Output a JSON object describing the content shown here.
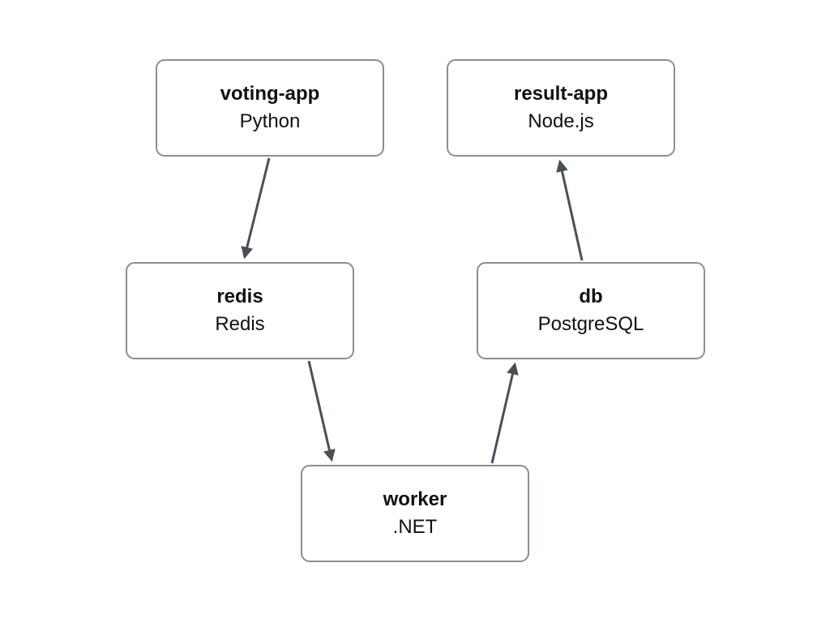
{
  "diagram": {
    "nodes": [
      {
        "id": "voting-app",
        "title": "voting-app",
        "subtitle": "Python"
      },
      {
        "id": "result-app",
        "title": "result-app",
        "subtitle": "Node.js"
      },
      {
        "id": "redis",
        "title": "redis",
        "subtitle": "Redis"
      },
      {
        "id": "db",
        "title": "db",
        "subtitle": "PostgreSQL"
      },
      {
        "id": "worker",
        "title": "worker",
        "subtitle": ".NET"
      }
    ],
    "edges": [
      {
        "from": "voting-app",
        "to": "redis"
      },
      {
        "from": "redis",
        "to": "worker"
      },
      {
        "from": "worker",
        "to": "db"
      },
      {
        "from": "db",
        "to": "result-app"
      }
    ],
    "colors": {
      "background": "#ffffff",
      "node_fill": "#ffffff",
      "node_border": "#8b8e93",
      "edge": "#4a4f57",
      "text": "#111111"
    }
  }
}
